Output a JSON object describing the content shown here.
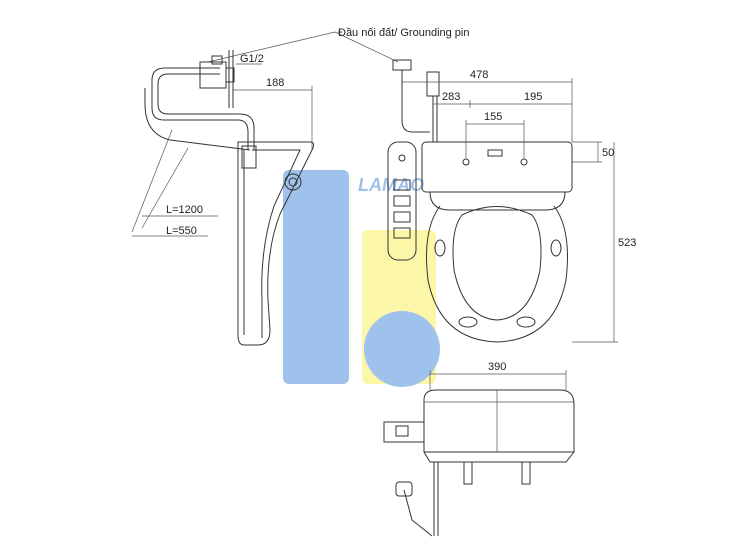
{
  "header": {
    "callout": "Đầu nối đất/ Grounding pin"
  },
  "side_view": {
    "fitting_label": "G1/2",
    "dim_width": "188",
    "hose_long": "L=1200",
    "hose_short": "L=550"
  },
  "top_view": {
    "dim_overall": "478",
    "dim_left": "283",
    "dim_right": "195",
    "dim_bolts": "155",
    "dim_back": "50",
    "dim_depth": "523"
  },
  "front_view": {
    "dim_width": "390"
  },
  "watermark": {
    "text": "LAMAO",
    "colors": {
      "blue": "#8fb8ea",
      "yellow": "#fbf59a"
    }
  }
}
